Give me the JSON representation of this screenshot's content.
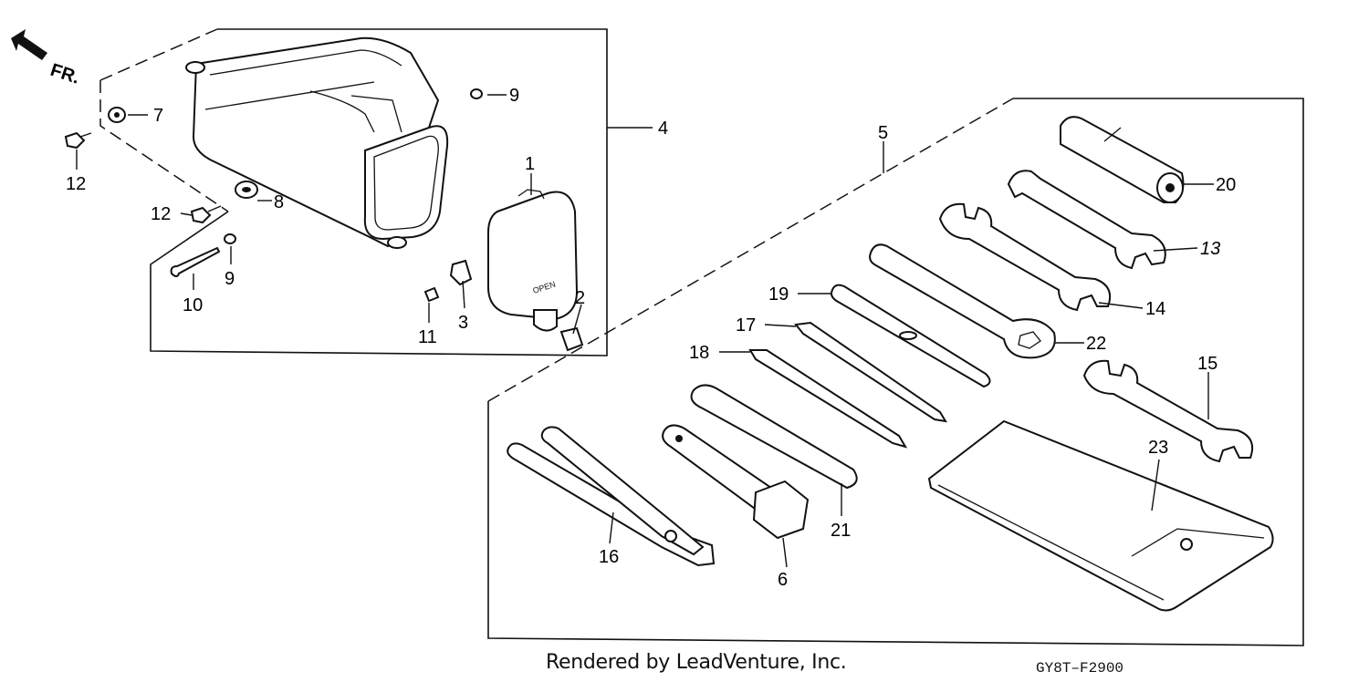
{
  "diagram": {
    "direction_marker": "FR.",
    "callouts": {
      "c1": "1",
      "c2": "2",
      "c3": "3",
      "c4": "4",
      "c5": "5",
      "c6": "6",
      "c7": "7",
      "c8": "8",
      "c9a": "9",
      "c9b": "9",
      "c10": "10",
      "c11": "11",
      "c12a": "12",
      "c12b": "12",
      "c13": "13",
      "c14": "14",
      "c15": "15",
      "c16": "16",
      "c17": "17",
      "c18": "18",
      "c19": "19",
      "c20": "20",
      "c21": "21",
      "c22": "22",
      "c23": "23"
    },
    "lid_marking": "OPEN",
    "footer": "Rendered by LeadVenture, Inc.",
    "drawing_code": "GY8T–F2900"
  }
}
